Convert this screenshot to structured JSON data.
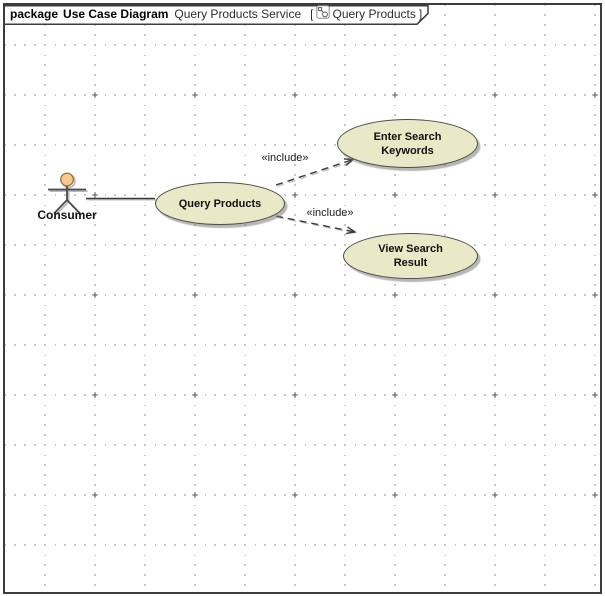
{
  "header": {
    "keyword": "package",
    "diagram_kind": "Use Case Diagram",
    "package_name": "Query Products Service",
    "bracket_open": "[",
    "bracket_close": "]",
    "diagram_name": "Query Products"
  },
  "icons": {
    "header_diagram_icon": "use-case-diagram-icon"
  },
  "actor": {
    "name": "Consumer"
  },
  "use_cases": [
    {
      "id": "query-products",
      "label": "Query Products"
    },
    {
      "id": "enter-search-keywords",
      "label": "Enter Search Keywords"
    },
    {
      "id": "view-search-result",
      "label": "View Search Result"
    }
  ],
  "relations": [
    {
      "type": "association",
      "from": "Consumer",
      "to": "Query Products"
    },
    {
      "type": "include",
      "stereotype": "«include»",
      "from": "Query Products",
      "to": "Enter Search Keywords"
    },
    {
      "type": "include",
      "stereotype": "«include»",
      "from": "Query Products",
      "to": "View Search Result"
    }
  ],
  "colors": {
    "use_case_fill": "#e9e9c7",
    "use_case_border": "#4d4d4d",
    "actor_head_fill": "#f7c88f",
    "grid_dot": "#6e6e6e",
    "frame_border": "#3c3c3c"
  }
}
